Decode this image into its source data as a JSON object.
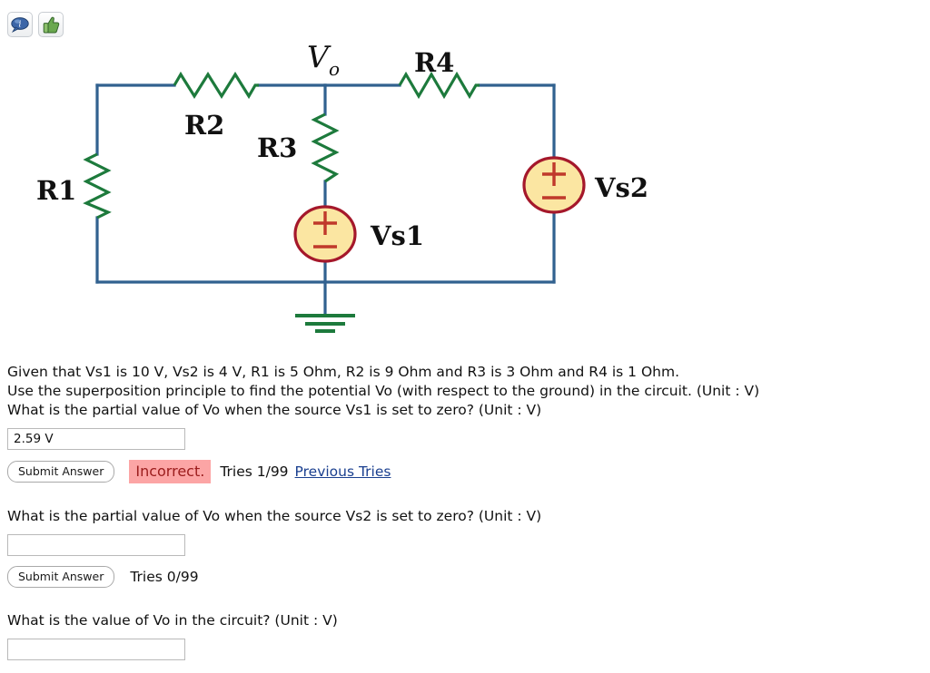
{
  "toolbar": {
    "icons": [
      {
        "name": "discussion-bubble-icon",
        "title": "Discussion"
      },
      {
        "name": "thumbs-up-icon",
        "title": "Thumbs Up"
      }
    ]
  },
  "circuit": {
    "colors": {
      "wire": "#31618f",
      "resistor": "#1d7a3c",
      "source_fill": "#fbe6a2",
      "source_stroke": "#a5182b",
      "source_symbol": "#c0392b",
      "ground": "#1d7a3c",
      "label": "#111111"
    },
    "node_label": {
      "symbol": "V",
      "subscript": "o"
    },
    "components": [
      {
        "name": "resistor-r1",
        "label": "R1",
        "orientation": "vertical"
      },
      {
        "name": "resistor-r2",
        "label": "R2",
        "orientation": "horizontal"
      },
      {
        "name": "resistor-r3",
        "label": "R3",
        "orientation": "vertical"
      },
      {
        "name": "resistor-r4",
        "label": "R4",
        "orientation": "horizontal"
      },
      {
        "name": "voltage-source-vs1",
        "label": "Vs1",
        "polarity_top": "+",
        "polarity_bottom": "–"
      },
      {
        "name": "voltage-source-vs2",
        "label": "Vs2",
        "polarity_top": "+",
        "polarity_bottom": "–"
      },
      {
        "name": "ground-symbol",
        "label": ""
      }
    ],
    "labels": {
      "r1": "R1",
      "r2": "R2",
      "r3": "R3",
      "r4": "R4",
      "vs1": "Vs1",
      "vs2": "Vs2",
      "plus": "+",
      "minus": "–"
    }
  },
  "problem": {
    "given_line": "Given that Vs1 is 10 V, Vs2 is 4 V, R1 is 5 Ohm, R2 is 9 Ohm and R3 is 3 Ohm and R4 is 1 Ohm.",
    "instruction_line": "Use the superposition principle to find the potential Vo (with respect to the ground) in the circuit. (Unit : V)"
  },
  "parts": [
    {
      "question": "What is the partial value of Vo when the source Vs1 is set to zero? (Unit : V)",
      "input_value": "2.59 V",
      "input_placeholder": "",
      "submit_label": "Submit Answer",
      "verdict": "Incorrect.",
      "tries": "Tries 1/99",
      "previous_tries_label": "Previous Tries"
    },
    {
      "question": "What is the partial value of Vo when the source Vs2 is set to zero? (Unit : V)",
      "input_value": "",
      "input_placeholder": "",
      "submit_label": "Submit Answer",
      "verdict": "",
      "tries": "Tries 0/99",
      "previous_tries_label": ""
    },
    {
      "question": "What is the value of Vo in the circuit? (Unit : V)",
      "input_value": "",
      "input_placeholder": "",
      "submit_label": "",
      "verdict": "",
      "tries": "",
      "previous_tries_label": ""
    }
  ]
}
